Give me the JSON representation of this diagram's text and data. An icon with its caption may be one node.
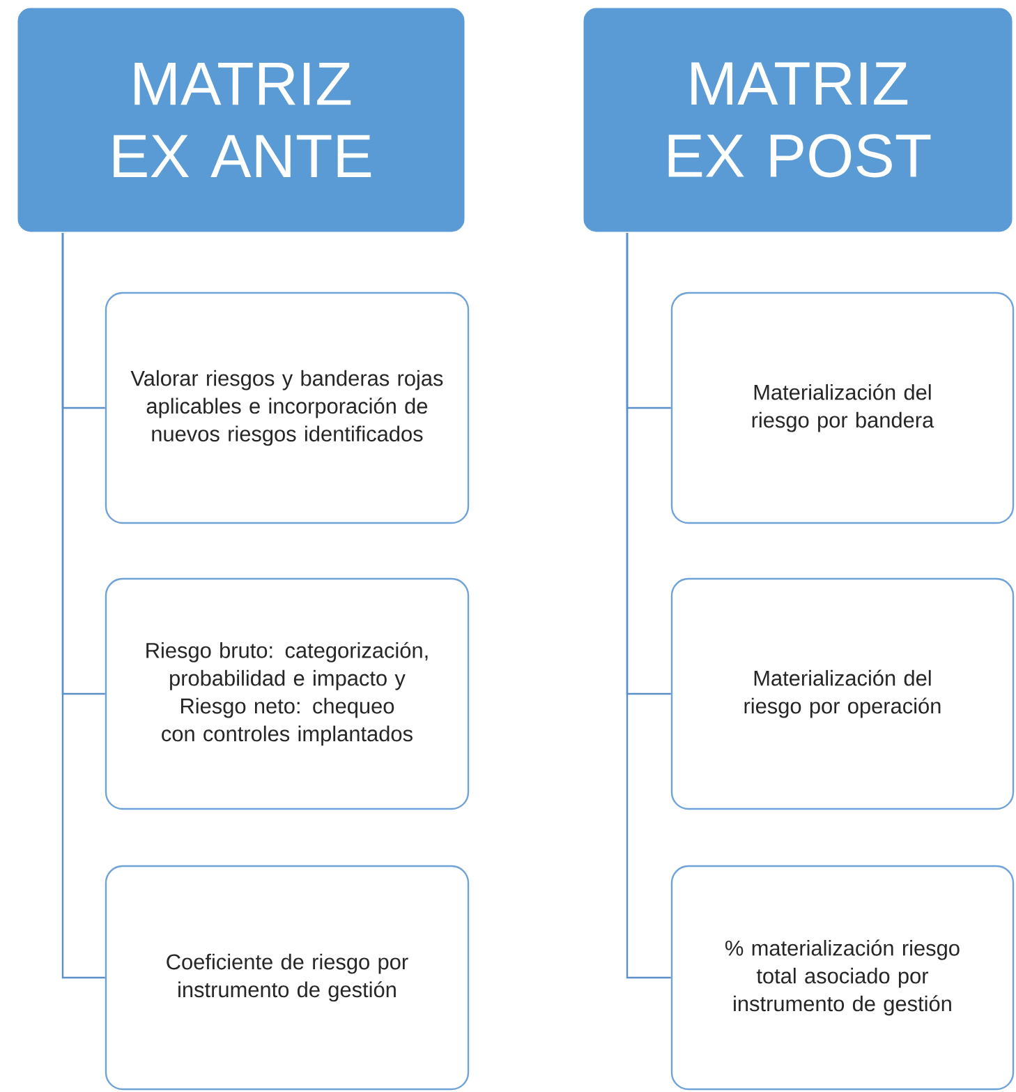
{
  "diagram": {
    "nodes": [
      {
        "text": [
          "MATRIZ EX ANTE"
        ]
      },
      {
        "text": [
          "Valorar riesgos y banderas rojas aplicables e incorporación de nuevos riesgos identificados"
        ]
      },
      {
        "text": [
          "Riesgo bruto: categorización, probabilidad e impacto y Riesgo neto: chequeo con controles implantados"
        ]
      },
      {
        "text": [
          "Coeficiente de riesgo por instrumento de gestión"
        ]
      },
      {
        "text": [
          "MATRIZ EX POST"
        ]
      },
      {
        "text": [
          "Materialización del riesgo por bandera"
        ]
      },
      {
        "text": [
          "Materialización del riesgo por operación"
        ]
      },
      {
        "text": [
          "% materialización riesgo total asociado por instrumento de gestión"
        ]
      }
    ],
    "edges": [
      {
        "from": 0,
        "to": 1,
        "arrow": "none"
      },
      {
        "from": 0,
        "to": 2,
        "arrow": "none"
      },
      {
        "from": 0,
        "to": 3,
        "arrow": "none"
      },
      {
        "from": 4,
        "to": 5,
        "arrow": "none"
      },
      {
        "from": 4,
        "to": 6,
        "arrow": "none"
      },
      {
        "from": 4,
        "to": 7,
        "arrow": "none"
      }
    ]
  }
}
